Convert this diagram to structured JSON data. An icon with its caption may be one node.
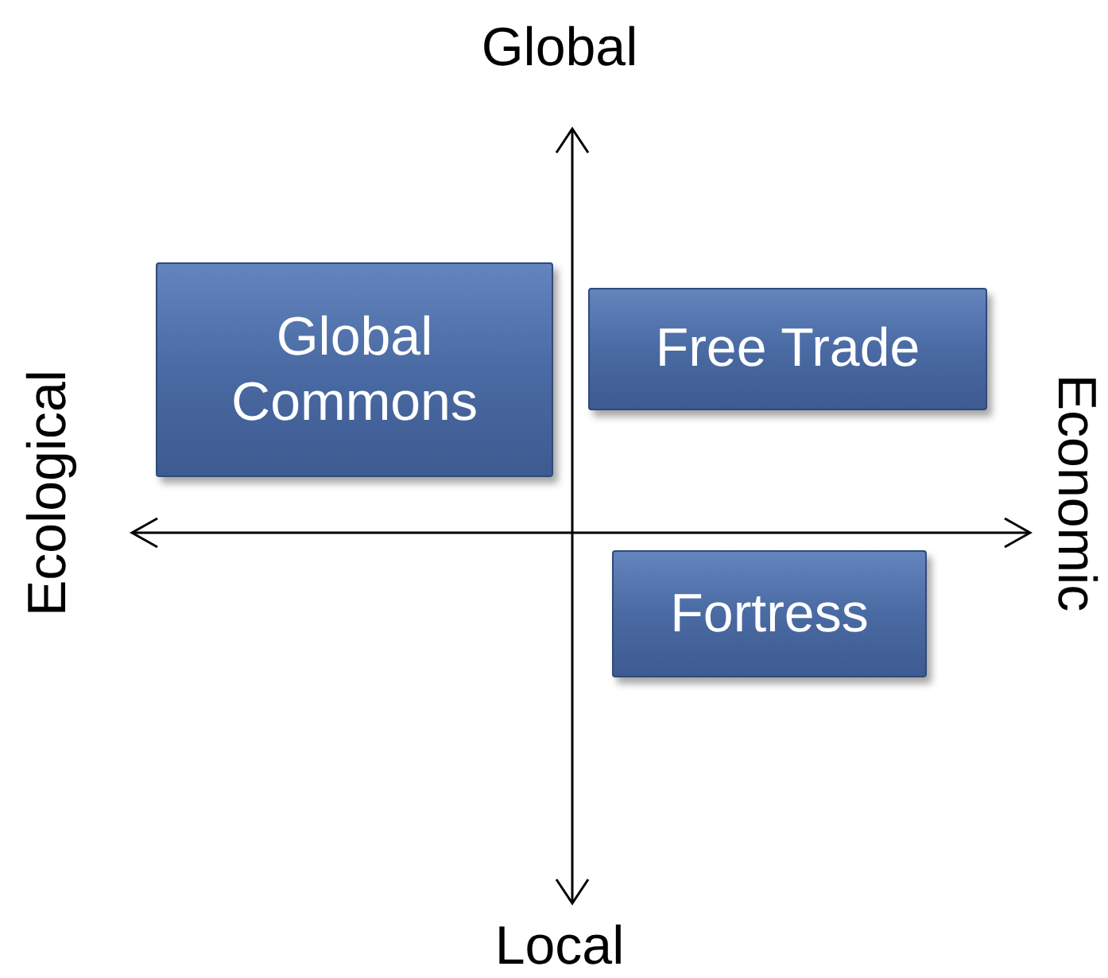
{
  "diagram": {
    "nodes": [
      {
        "text": [
          "Global Commons"
        ]
      },
      {
        "text": [
          "Free Trade"
        ]
      },
      {
        "text": [
          "Fortress"
        ]
      }
    ],
    "labels": [
      "Global",
      "Ecological",
      "Economic",
      "Local"
    ]
  }
}
